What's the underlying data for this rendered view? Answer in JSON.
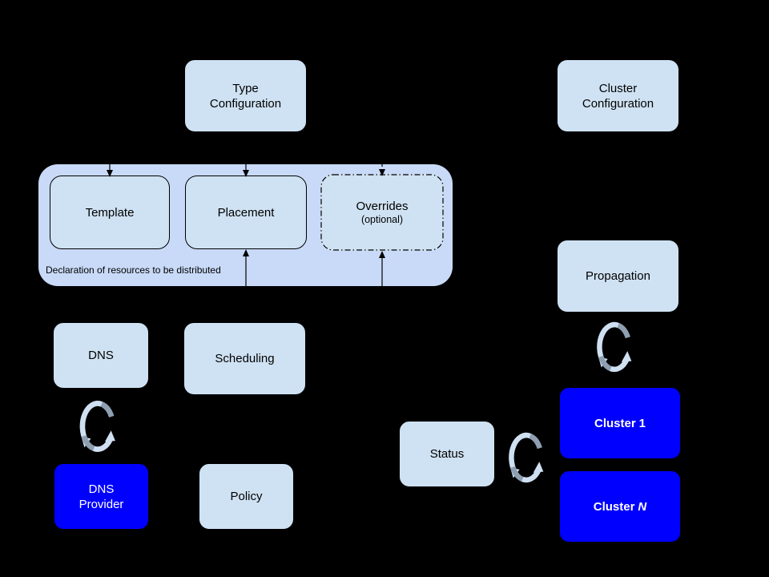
{
  "diagram": {
    "description": "Federated resource distribution architecture diagram",
    "nodes": {
      "type_configuration": {
        "lines": [
          "Type",
          "Configuration"
        ]
      },
      "cluster_configuration": {
        "lines": [
          "Cluster",
          "Configuration"
        ]
      },
      "template": {
        "label": "Template"
      },
      "placement": {
        "label": "Placement"
      },
      "overrides": {
        "label": "Overrides",
        "note": "(optional)"
      },
      "resource_container": {
        "caption": "Declaration of resources to be distributed"
      },
      "dns": {
        "label": "DNS"
      },
      "scheduling": {
        "label": "Scheduling"
      },
      "dns_provider": {
        "lines": [
          "DNS",
          "Provider"
        ]
      },
      "policy": {
        "label": "Policy"
      },
      "propagation": {
        "label": "Propagation"
      },
      "status": {
        "label": "Status"
      },
      "cluster_1": {
        "prefix": "Cluster",
        "suffix": "1"
      },
      "cluster_n": {
        "prefix": "Cluster",
        "suffix": "N"
      }
    },
    "icons": {
      "sync": "two curved arrows forming a refresh/sync cycle, appears 3 times"
    },
    "colors": {
      "background": "#000000",
      "box_light_blue": "#cfe2f3",
      "container_periwinkle": "#c9daf8",
      "box_bright_blue": "#0000ff",
      "text_dark": "#000000",
      "text_light": "#ffffff",
      "sync_icon_light": "#cfe0f1",
      "sync_icon_gray": "#8e9fb2",
      "arrow_black": "#000000"
    }
  }
}
